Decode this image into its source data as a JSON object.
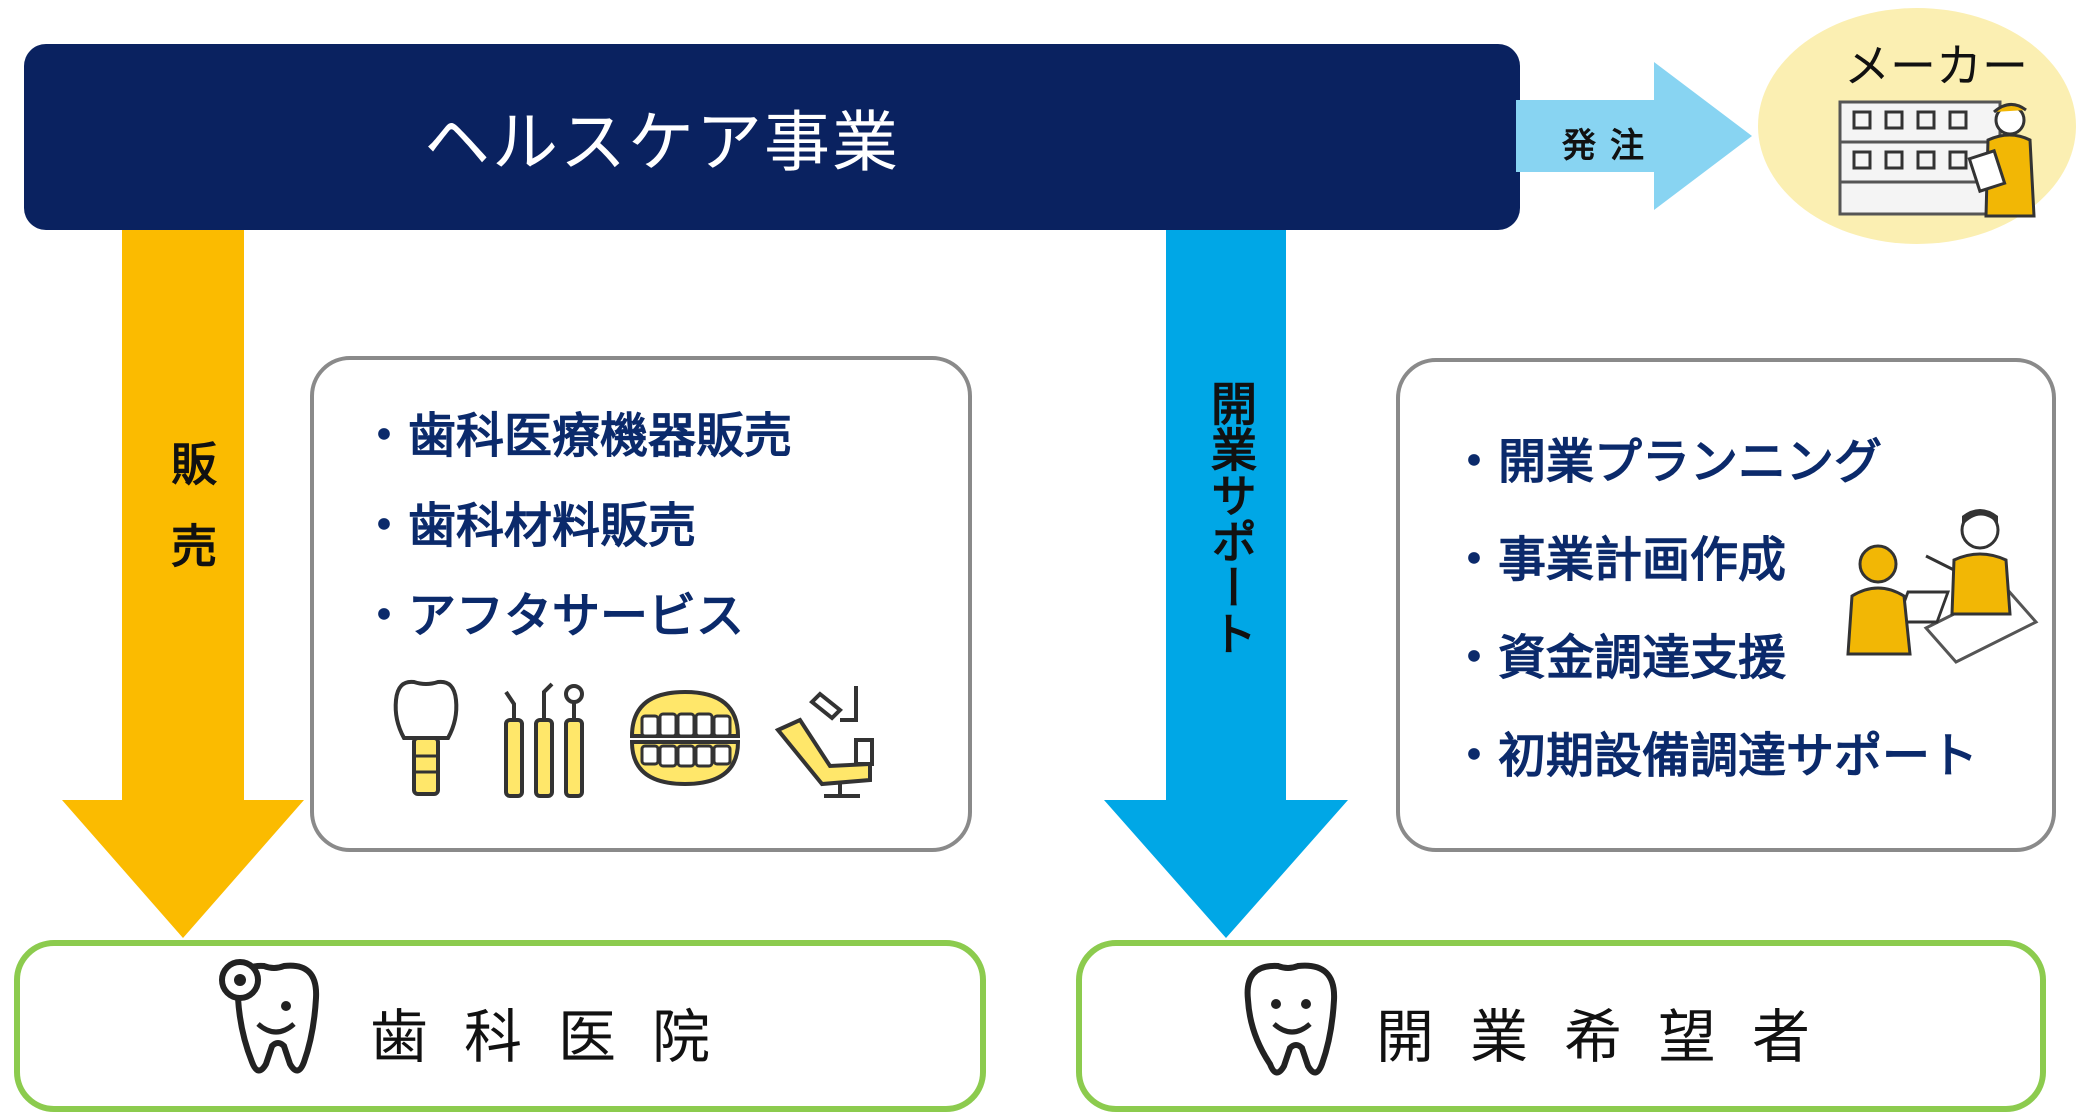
{
  "header": {
    "title": "ヘルスケア事業"
  },
  "arrows": {
    "sales": {
      "label": "販売",
      "color": "#fbbb00"
    },
    "support": {
      "label": "開業サポート",
      "color": "#00a7e6"
    },
    "order": {
      "label": "発注",
      "color": "#88d4f2"
    }
  },
  "maker": {
    "label": "メーカー"
  },
  "sales_box": {
    "items": [
      "・歯科医療機器販売",
      "・歯科材料販売",
      "・アフタサービス"
    ]
  },
  "support_box": {
    "items": [
      "・開業プランニング",
      "・事業計画作成",
      "・資金調達支援",
      "・初期設備調達サポート"
    ]
  },
  "targets": {
    "clinic": "歯科医院",
    "applicants": "開業希望者"
  },
  "colors": {
    "navy": "#0a2260",
    "list_text": "#0b2a6b",
    "green_border": "#8ccb4e",
    "maker_bg": "#fbefb2"
  }
}
